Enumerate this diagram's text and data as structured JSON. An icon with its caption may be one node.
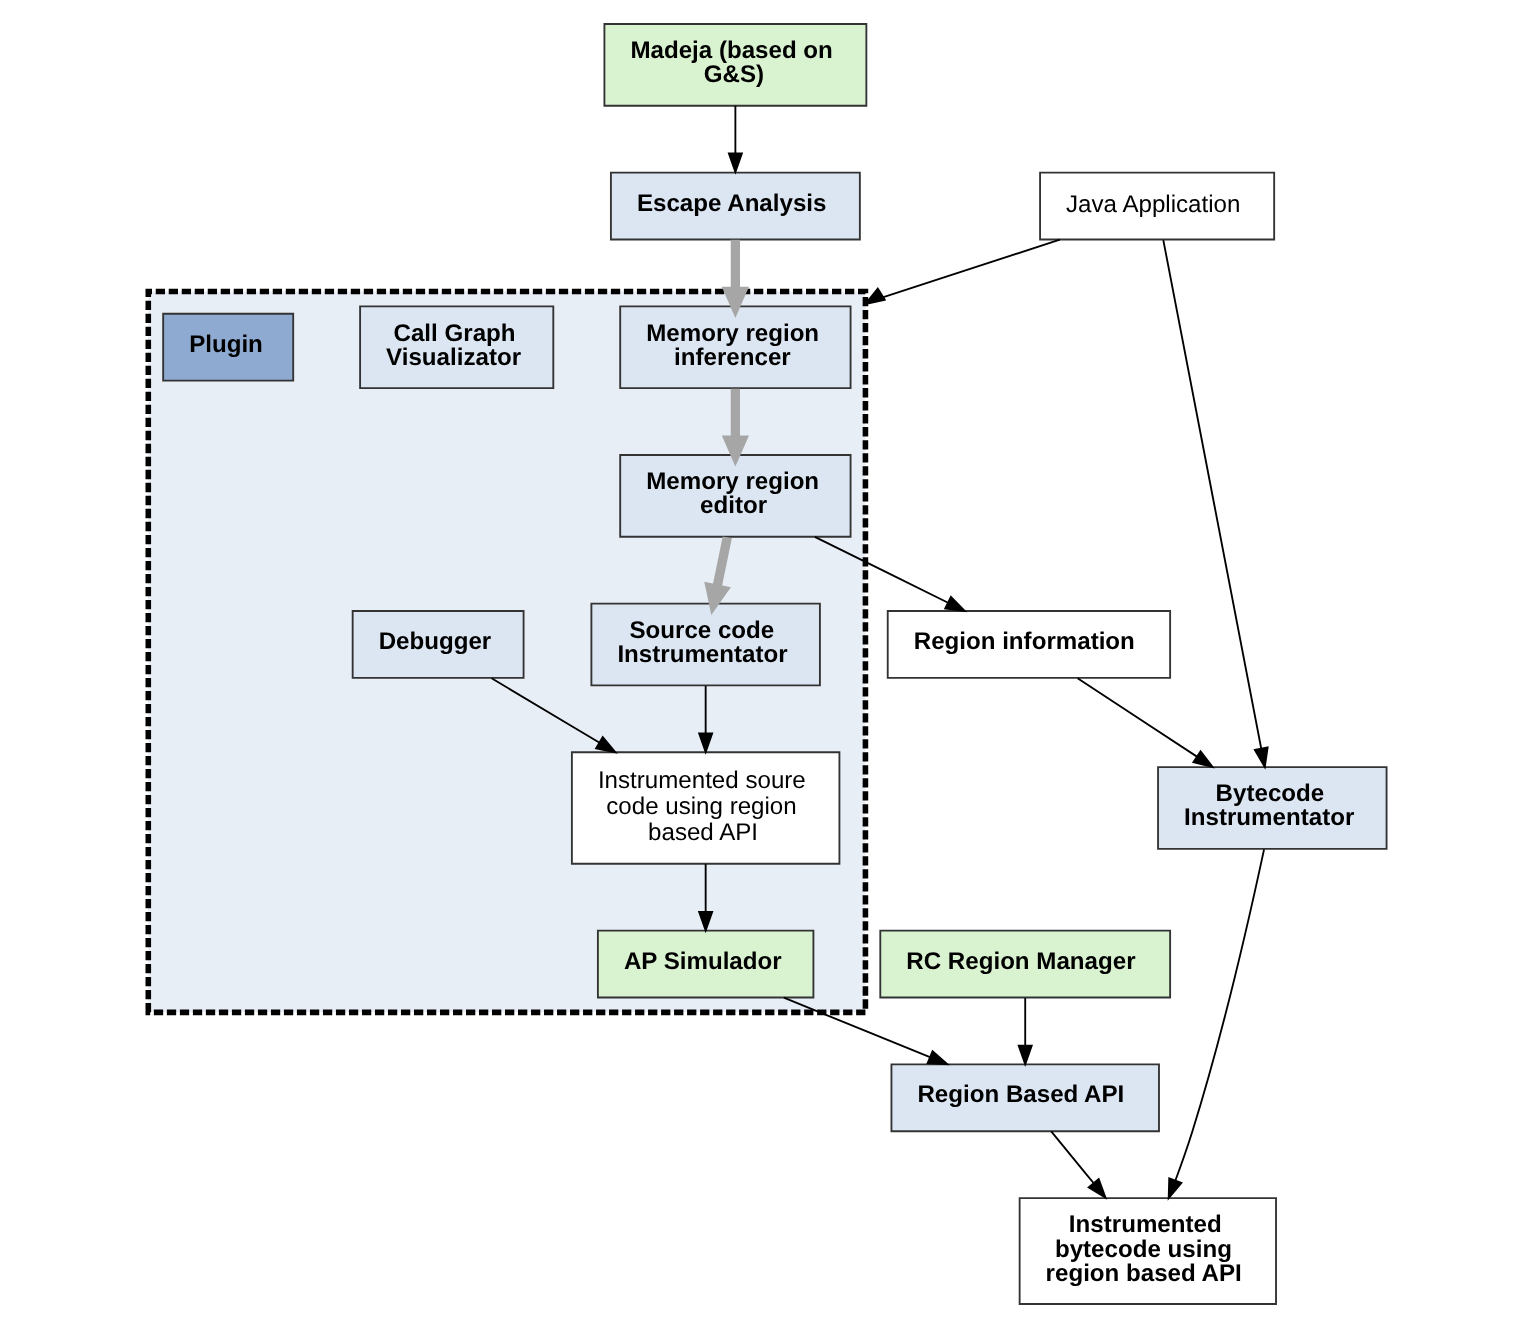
{
  "diagram": {
    "nodes": [
      {
        "text": [
          "Java Application"
        ]
      },
      {
        "text": [
          "Escape Analysis"
        ]
      },
      {
        "text": [],
        "shape": "box"
      },
      {
        "text": [
          "Memory region inferencer"
        ],
        "in": 2
      },
      {
        "text": [
          "Call Graph Visualizator"
        ],
        "in": 2
      },
      {
        "text": [
          "Madeja (based on G&S)"
        ]
      },
      {
        "text": [
          "Memory region editor"
        ],
        "in": 2
      },
      {
        "text": [
          "Source code Instrumentator"
        ],
        "in": 2
      },
      {
        "text": [
          "Region information"
        ]
      },
      {
        "text": [
          "Instrumented soure code using region based API"
        ],
        "in": 2
      },
      {
        "text": [
          "Debugger"
        ],
        "in": 2
      },
      {
        "text": [
          "Bytecode Instrumentator"
        ]
      },
      {
        "text": [
          "AP Simulador"
        ],
        "in": 2
      },
      {
        "text": [
          "Plugin"
        ],
        "in": 2
      },
      {
        "text": [
          "Region Based API"
        ]
      },
      {
        "text": [
          "RC Region Manager"
        ]
      },
      {
        "text": [
          "Instrumented bytecode using region based API"
        ]
      }
    ],
    "edges": [
      {
        "from": 0,
        "to": 2,
        "arrow": "to"
      },
      {
        "from": 0,
        "to": 11,
        "arrow": "to"
      },
      {
        "from": 1,
        "to": 3,
        "arrow": "to",
        "style": "thick",
        "color": "#a6a6a6"
      },
      {
        "from": 5,
        "to": 1,
        "arrow": "to"
      },
      {
        "from": 3,
        "to": 6,
        "arrow": "to",
        "style": "thick",
        "color": "#a6a6a6"
      },
      {
        "from": 6,
        "to": 7,
        "arrow": "to",
        "style": "thick",
        "color": "#a6a6a6"
      },
      {
        "from": 6,
        "to": 8,
        "arrow": "to"
      },
      {
        "from": 7,
        "to": 9,
        "arrow": "to"
      },
      {
        "from": 10,
        "to": 9,
        "arrow": "to"
      },
      {
        "from": 9,
        "to": 12,
        "arrow": "to"
      },
      {
        "from": 8,
        "to": 11,
        "arrow": "to"
      },
      {
        "from": 11,
        "to": 16,
        "arrow": "to"
      },
      {
        "from": 12,
        "to": 14,
        "arrow": "to"
      },
      {
        "from": 14,
        "to": 16,
        "arrow": "to"
      },
      {
        "from": 15,
        "to": 14,
        "arrow": "to"
      }
    ]
  }
}
